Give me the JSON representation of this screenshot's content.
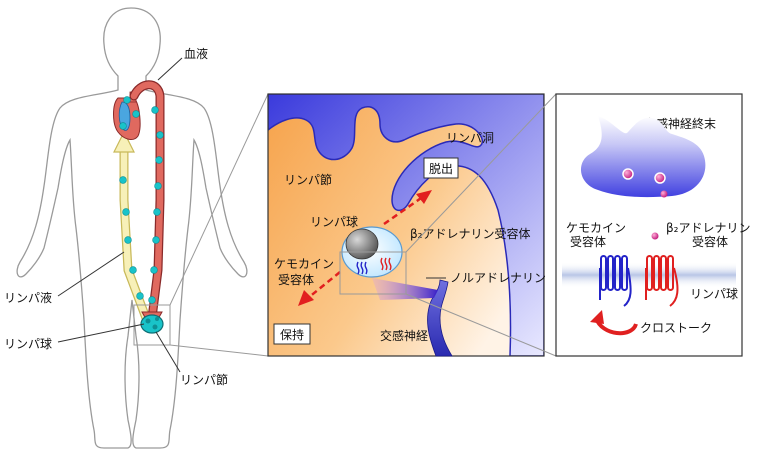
{
  "body_panel": {
    "blood": "血液",
    "lymph_fluid": "リンパ液",
    "lymphocyte": "リンパ球",
    "lymph_node": "リンパ節"
  },
  "node_panel": {
    "lymph_sinus": "リンパ洞",
    "lymph_node": "リンパ節",
    "egress": "脱出",
    "lymphocyte": "リンパ球",
    "beta2_receptor": "β₂アドレナリン受容体",
    "chemokine_receptor_1": "ケモカイン",
    "chemokine_receptor_2": "受容体",
    "noradrenaline": "ノルアドレナリン",
    "retention": "保持",
    "sympathetic_nerve": "交感神経"
  },
  "detail_panel": {
    "nerve_terminal": "交感神経終末",
    "chemokine_receptor_1": "ケモカイン",
    "chemokine_receptor_2": "受容体",
    "beta2_receptor_1": "β₂アドレナリン",
    "beta2_receptor_2": "受容体",
    "lymphocyte": "リンパ球",
    "crosstalk": "クロストーク"
  },
  "colors": {
    "artery": "#e0695f",
    "lymph_vessel": "#f7f0b8",
    "node_marker": "#19c3c9",
    "sinus": "#4949e0",
    "node_tissue": "#f6a24a",
    "egress_arrow": "#e21f1f",
    "chemokine_receptor": "#2323c8",
    "beta2_receptor": "#e02020"
  }
}
